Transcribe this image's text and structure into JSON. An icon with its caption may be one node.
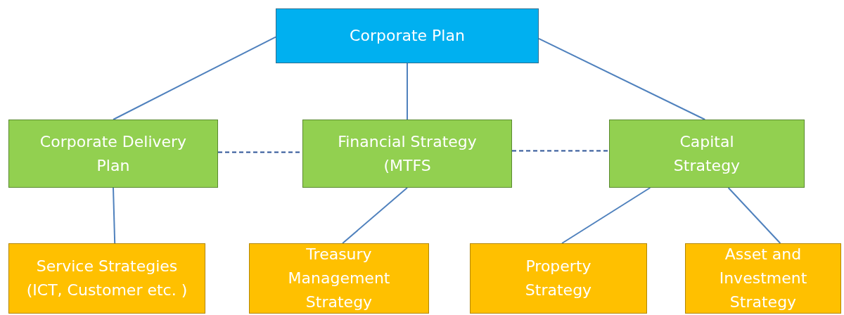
{
  "diagram": {
    "nodes": [
      {
        "text": [
          "Corporate Plan"
        ]
      },
      {
        "text": [
          "Corporate Delivery Plan"
        ]
      },
      {
        "text": [
          "Financial Strategy (MTFS"
        ]
      },
      {
        "text": [
          "Capital Strategy"
        ]
      },
      {
        "text": [
          "Service Strategies (ICT, Customer etc. )"
        ]
      },
      {
        "text": [
          "Treasury Management Strategy"
        ]
      },
      {
        "text": [
          "Property Strategy"
        ]
      },
      {
        "text": [
          "Asset and Investment Strategy"
        ]
      }
    ],
    "edges": [
      {
        "from": 0,
        "to": 1,
        "arrow": "none"
      },
      {
        "from": 0,
        "to": 2,
        "arrow": "none"
      },
      {
        "from": 0,
        "to": 3,
        "arrow": "none"
      },
      {
        "from": 1,
        "to": 2,
        "arrow": "none",
        "style": "dashed",
        "color": "#2f5597"
      },
      {
        "from": 2,
        "to": 3,
        "arrow": "none",
        "style": "dashed",
        "color": "#2f5597"
      },
      {
        "from": 1,
        "to": 4,
        "arrow": "none"
      },
      {
        "from": 2,
        "to": 5,
        "arrow": "none"
      },
      {
        "from": 3,
        "to": 6,
        "arrow": "none"
      },
      {
        "from": 3,
        "to": 7,
        "arrow": "none"
      }
    ]
  }
}
